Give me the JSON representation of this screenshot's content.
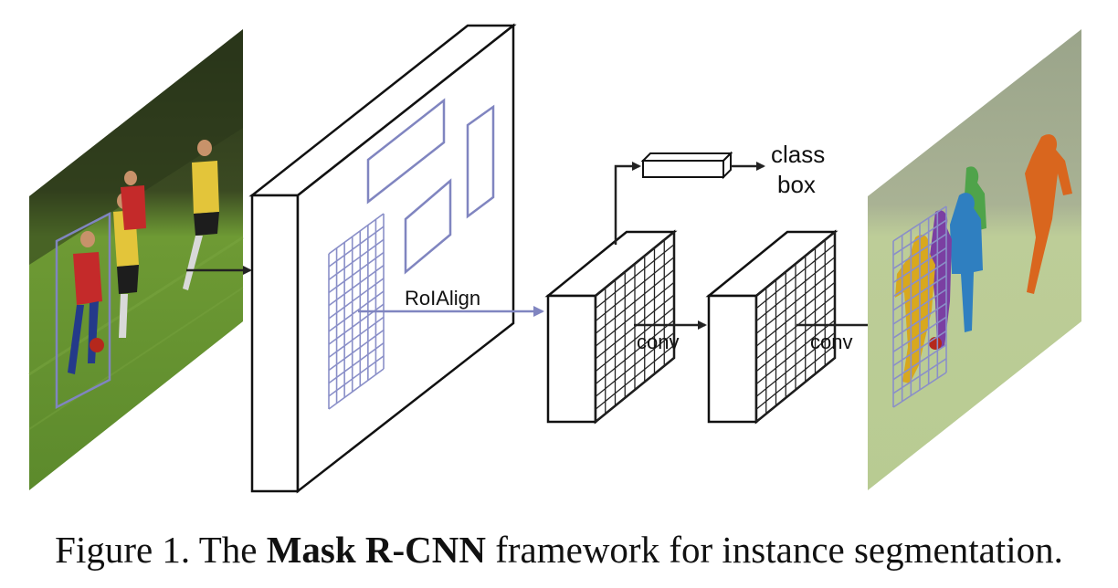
{
  "diagram": {
    "labels": {
      "roialign": "RoIAlign",
      "class": "class",
      "box": "box",
      "conv1": "conv",
      "conv2": "conv"
    },
    "colors": {
      "roi_box": "#8085c0",
      "grid_blue": "#8a8fc8",
      "line": "#111111",
      "grass": "#5f8c2f",
      "trees": "#2f3b1c",
      "mask_orange": "#d9661e",
      "mask_green": "#4fa34a",
      "mask_blue": "#2f7fc0",
      "mask_purple": "#7b3fa2",
      "mask_yellow": "#d8a81e"
    },
    "icons": {
      "input_image": "soccer-photo",
      "output_image": "segmented-soccer-photo"
    }
  },
  "caption": {
    "prefix": "Figure 1. The ",
    "bold": "Mask R-CNN",
    "suffix": " framework for instance segmentation."
  }
}
